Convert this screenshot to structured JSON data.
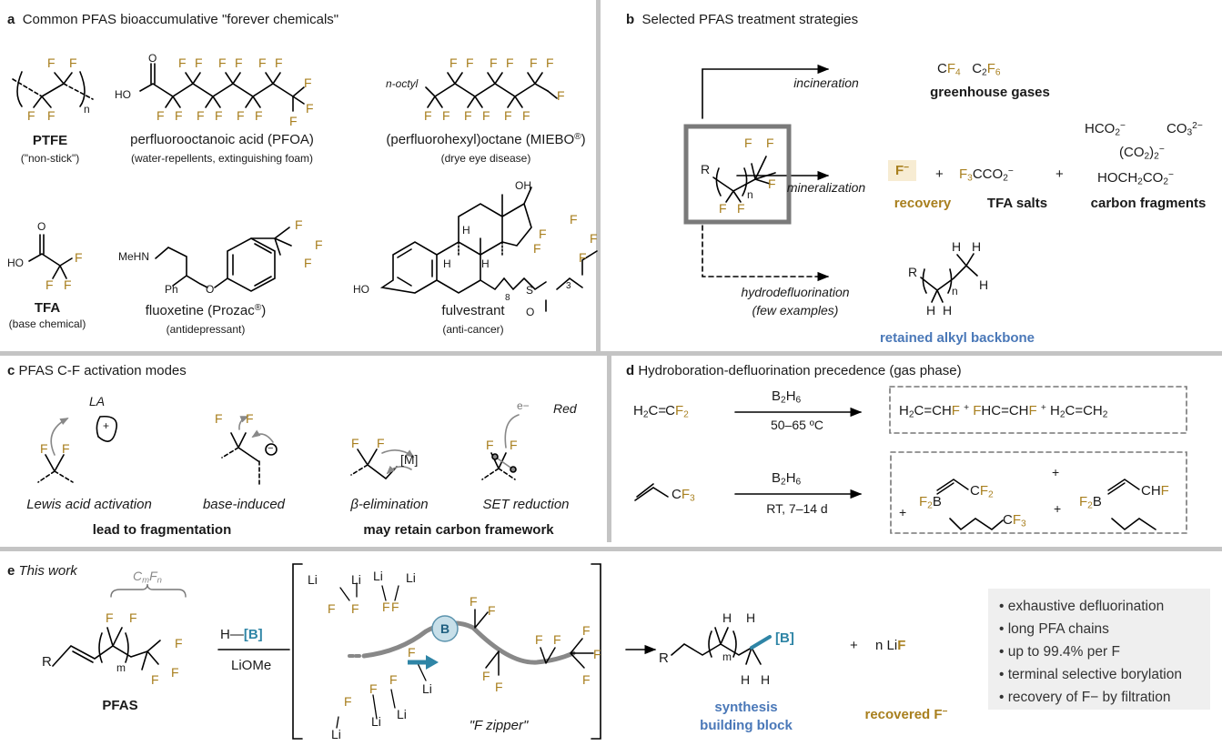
{
  "colors": {
    "fluorine": "#a87f1e",
    "highlight_blue": "#4a78b8",
    "boron_teal": "#2f85a6",
    "divider": "#c4c4c4",
    "summary_box_bg": "#efefef",
    "recovery_box_bg": "#f7ecd3"
  },
  "panel_a": {
    "label": "a",
    "title": "Common PFAS bioaccumulative \"forever chemicals\"",
    "compounds": [
      {
        "name": "PTFE",
        "note": "(\"non-stick\")",
        "subscript": "n"
      },
      {
        "name": "perfluorooctanoic acid (PFOA)",
        "note": "(water-repellents, extinguishing foam)",
        "groups": [
          "HO",
          "O"
        ]
      },
      {
        "name": "(perfluorohexyl)octane (MIEBO",
        "mark": "®",
        "name_end": ")",
        "note": "(drye eye disease)",
        "substituent": "n-octyl"
      },
      {
        "name": "TFA",
        "note": "(base chemical)",
        "groups": [
          "HO",
          "O"
        ]
      },
      {
        "name": "fluoxetine (Prozac",
        "mark": "®",
        "name_end": ")",
        "note": "(antidepressant)",
        "groups": [
          "MeHN",
          "Ph",
          "O"
        ]
      },
      {
        "name": "fulvestrant",
        "note": "(anti-cancer)",
        "groups": [
          "OH",
          "HO",
          "H",
          "H",
          "H",
          "S",
          "O"
        ],
        "subscripts": [
          "8",
          "3"
        ]
      }
    ],
    "atom_F": "F"
  },
  "panel_b": {
    "label": "b",
    "title": "Selected PFAS treatment strategies",
    "substrate": {
      "R": "R",
      "n": "n"
    },
    "routes": [
      {
        "method": "incineration",
        "products": [
          "CF4",
          "C2F6"
        ],
        "caption": "greenhouse gases"
      },
      {
        "method": "mineralization",
        "products": [
          "F−",
          "F3CCO2−",
          "HCO2−",
          "CO3 2−",
          "(CO2)2−",
          "HOCH2CO2−"
        ],
        "captions": [
          "recovery",
          "TFA salts",
          "carbon fragments"
        ]
      },
      {
        "method": "hydrodefluorination",
        "method_note": "(few examples)",
        "caption": "retained alkyl backbone"
      }
    ],
    "plus": "+"
  },
  "panel_c": {
    "label": "c",
    "title": "PFAS C-F activation modes",
    "modes": [
      "Lewis acid activation",
      "base-induced",
      "β-elimination",
      "SET reduction"
    ],
    "groups": [
      "lead to fragmentation",
      "may retain carbon framework"
    ],
    "annotations": {
      "LA": "LA",
      "plus": "+",
      "minus": "−",
      "metal": "[M]",
      "electron": "e−",
      "red": "Red"
    }
  },
  "panel_d": {
    "label": "d",
    "title": "Hydroboration-defluorination precedence (gas phase)",
    "reactions": [
      {
        "reagent": "B2H6",
        "conditions": "50–65 ºC",
        "substrate": "H2C=CF2",
        "products": [
          "H2C=CHF",
          "FHC=CHF",
          "H2C=CH2"
        ]
      },
      {
        "reagent": "B2H6",
        "conditions": "RT, 7–14 d",
        "substrate": "CF3-propene",
        "products": [
          "CF2",
          "CHF",
          "F2B-CF3",
          "F2B-propyl"
        ]
      }
    ]
  },
  "panel_e": {
    "label": "e",
    "title": "This work",
    "chain_label": "CmFn",
    "substrate_label": "PFAS",
    "reagent_top": "H—[B]",
    "reagent_bottom": "LiOMe",
    "zipper_label": "\"F zipper\"",
    "boron_symbol": "B",
    "product_caption": [
      "synthesis",
      "building block"
    ],
    "byproduct": "n LiF",
    "byproduct_caption": "recovered F−",
    "highlights": [
      "exhaustive defluorination",
      "long PFA chains",
      "up to 99.4% per F",
      "terminal selective borylation",
      "recovery of F− by filtration"
    ]
  }
}
